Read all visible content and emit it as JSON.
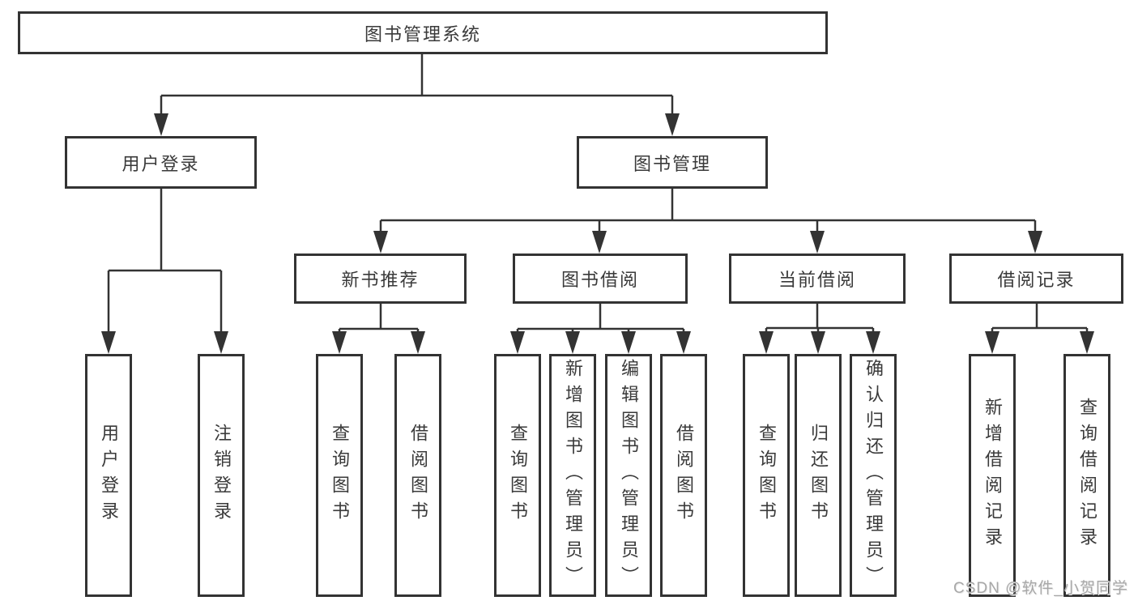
{
  "diagram": {
    "root": {
      "label": "图书管理系统"
    },
    "user_login": {
      "label": "用户登录",
      "children": [
        {
          "label": "用户登录"
        },
        {
          "label": "注销登录"
        }
      ]
    },
    "book_mgmt": {
      "label": "图书管理",
      "sections": [
        {
          "label": "新书推荐",
          "children": [
            {
              "label": "查询图书"
            },
            {
              "label": "借阅图书"
            }
          ]
        },
        {
          "label": "图书借阅",
          "children": [
            {
              "label": "查询图书"
            },
            {
              "label": "新增图书（管理员）"
            },
            {
              "label": "编辑图书（管理员）"
            },
            {
              "label": "借阅图书"
            }
          ]
        },
        {
          "label": "当前借阅",
          "children": [
            {
              "label": "查询图书"
            },
            {
              "label": "归还图书"
            },
            {
              "label": "确认归还（管理员）"
            }
          ]
        },
        {
          "label": "借阅记录",
          "children": [
            {
              "label": "新增借阅记录"
            },
            {
              "label": "查询借阅记录"
            }
          ]
        }
      ]
    },
    "watermark": "CSDN @软件_小贺同学",
    "colors": {
      "line": "#333333",
      "text": "#3a3a3a",
      "watermark": "#a8a8a8",
      "background": "#ffffff"
    }
  }
}
